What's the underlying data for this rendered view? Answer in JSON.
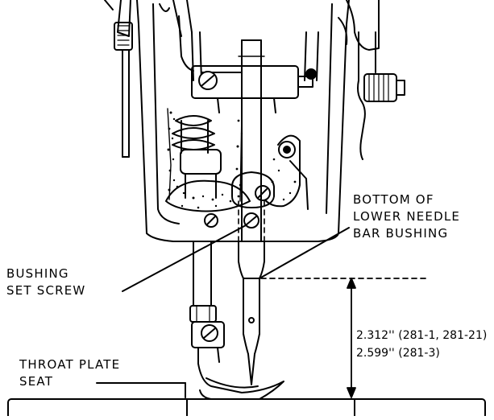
{
  "labels": {
    "bottom_of_lower_needle_bar_bushing": [
      "BOTTOM OF",
      "LOWER NEEDLE",
      "BAR BUSHING"
    ],
    "bushing_set_screw": [
      "BUSHING",
      "SET SCREW"
    ],
    "throat_plate_seat": [
      "THROAT PLATE",
      "SEAT"
    ]
  },
  "dimension": {
    "line1": "2.312'' (281-1, 281-21)",
    "line2": "2.599'' (281-3)"
  }
}
